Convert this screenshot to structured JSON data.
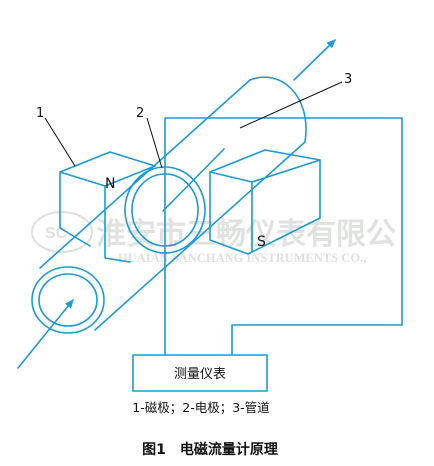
{
  "labels": {
    "magnet": "1",
    "electrode": "2",
    "pipe": "3",
    "north_pole": "N",
    "south_pole": "S"
  },
  "instrument_label": "测量仪表",
  "legend_text": "1-磁极；2-电极；3-管道",
  "caption": "图1　电磁流量计原理",
  "watermark": {
    "logo": "SC",
    "company_cn": "淮安市三畅仪表有限公",
    "company_en": "HUAIAN SANCHANG INSTRUMENTS CO.,"
  },
  "colors": {
    "line": "#1a9ad6",
    "text": "#111111",
    "watermark": "#c7ccc7"
  }
}
